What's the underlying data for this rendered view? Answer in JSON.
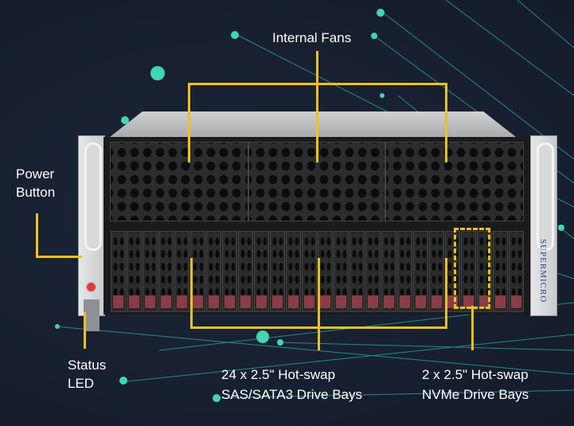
{
  "labels": {
    "internal_fans": "Internal Fans",
    "power_button": [
      "Power",
      "Button"
    ],
    "status_led": [
      "Status",
      "LED"
    ],
    "sas_bays": [
      "24 x 2.5\" Hot-swap",
      "SAS/SATA3 Drive Bays"
    ],
    "nvme_bays": [
      "2 x 2.5\" Hot-swap",
      "NVMe Drive Bays"
    ]
  },
  "brand": "SUPERMICRO",
  "drive_bays": {
    "total": 26,
    "nvme_indexes": [
      22,
      23
    ]
  },
  "colors": {
    "callout": "#f2c21a",
    "accent": "#3fd6b0",
    "background": "#161f30"
  }
}
